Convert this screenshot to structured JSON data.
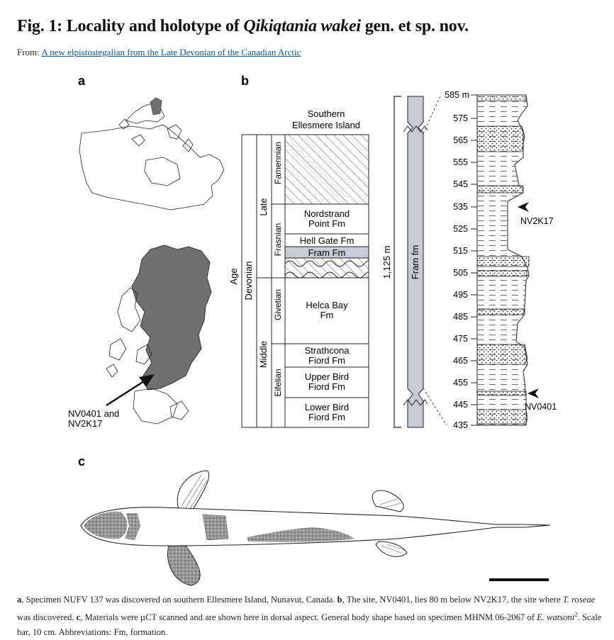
{
  "figure": {
    "title_prefix": "Fig. 1: Locality and holotype of ",
    "title_species": "Qikiqtania wakei",
    "title_suffix": " gen. et sp. nov.",
    "from_label": "From: ",
    "from_link": "A new elpistostegalian from the Late Devonian of the Canadian Arctic"
  },
  "panels": {
    "a_label": "a",
    "b_label": "b",
    "c_label": "c",
    "locality_label_line1": "NV0401 and",
    "locality_label_line2": "NV2K17"
  },
  "stratigraphy": {
    "region_line1": "Southern",
    "region_line2": "Ellesmere Island",
    "age_label": "Age",
    "period": "Devonian",
    "epochs": [
      "Late",
      "Middle"
    ],
    "stages": [
      "Famennian",
      "Frasnian",
      "Givetian",
      "Eifelian"
    ],
    "formations": [
      {
        "line1": "Nordstrand",
        "line2": "Point Fm"
      },
      {
        "line1": "Hell Gate Fm",
        "line2": ""
      },
      {
        "line1": "Fram Fm",
        "line2": ""
      },
      {
        "line1": "Helca Bay",
        "line2": "Fm"
      },
      {
        "line1": "Strathcona",
        "line2": "Fiord Fm"
      },
      {
        "line1": "Upper Bird",
        "line2": "Fiord Fm"
      },
      {
        "line1": "Lower Bird",
        "line2": "Fiord Fm"
      }
    ],
    "thickness_label": "1,125 m",
    "column_label": "Fram fm"
  },
  "section": {
    "top_label": "585 m",
    "ticks": [
      "575",
      "565",
      "555",
      "545",
      "535",
      "525",
      "515",
      "505",
      "495",
      "485",
      "475",
      "465",
      "455",
      "445",
      "435"
    ],
    "sites": [
      {
        "name": "NV2K17",
        "level_m": 535
      },
      {
        "name": "NV0401",
        "level_m": 448
      }
    ]
  },
  "caption": {
    "a_label": "a",
    "a_text": ", Specimen NUFV 137 was discovered on southern Ellesmere Island, Nunavut, Canada. ",
    "b_label": "b",
    "b_text": ", The site, NV0401, lies 80 m below NV2K17, the site where ",
    "b_species": "T. roseae",
    "b_text2": " was discovered. ",
    "c_label": "c",
    "c_text": ", Materials were µCT scanned and are shown here in dorsal aspect. General body shape based on specimen MHNM 06-2067 of ",
    "c_species": "E. watsoni",
    "c_ref": "2",
    "c_text2": ". Scale bar, 10 cm. Abbreviations: Fm, formation."
  },
  "colors": {
    "link": "#0b5394",
    "landmass_gray": "#707070",
    "column_gray": "#c8cbd6"
  }
}
